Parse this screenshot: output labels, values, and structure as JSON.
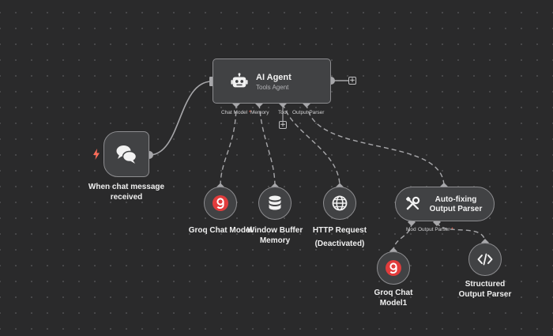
{
  "nodes": {
    "ai_agent": {
      "title": "AI Agent",
      "subtitle": "Tools Agent"
    },
    "trigger": {
      "label_line1": "When chat message",
      "label_line2": "received"
    },
    "groq_model": {
      "label": "Groq Chat Model"
    },
    "window_memory": {
      "label_line1": "Window Buffer",
      "label_line2": "Memory"
    },
    "http_request": {
      "label_line1": "HTTP Request",
      "label_line2": "(Deactivated)"
    },
    "autofix_parser": {
      "title_line1": "Auto-fixing",
      "title_line2": "Output Parser"
    },
    "groq_model1": {
      "label_line1": "Groq Chat",
      "label_line2": "Model1"
    },
    "structured_parser": {
      "label_line1": "Structured",
      "label_line2": "Output Parser"
    }
  },
  "ports": {
    "agent_chat_model": "Chat Model",
    "agent_memory": "Memory",
    "agent_tool": "Tool",
    "agent_output_parser": "Output Parser",
    "autofix_model": "Mod",
    "autofix_output_parser": "Output Parser"
  },
  "required_marker": "*",
  "plus_symbol": "+",
  "colors": {
    "canvas": "#2a2a2b",
    "node_fill": "#414244",
    "node_border": "#8d8d90",
    "edge": "#a7a7aa",
    "trigger_bolt": "#ff6d5a",
    "groq_red": "#e23c3c"
  },
  "icons": {
    "agent": "robot-icon",
    "trigger": "chat-bubbles-icon",
    "groq": "groq-logo-icon",
    "memory": "database-icon",
    "http": "globe-icon",
    "autofix": "tools-icon",
    "structured": "code-icon"
  }
}
